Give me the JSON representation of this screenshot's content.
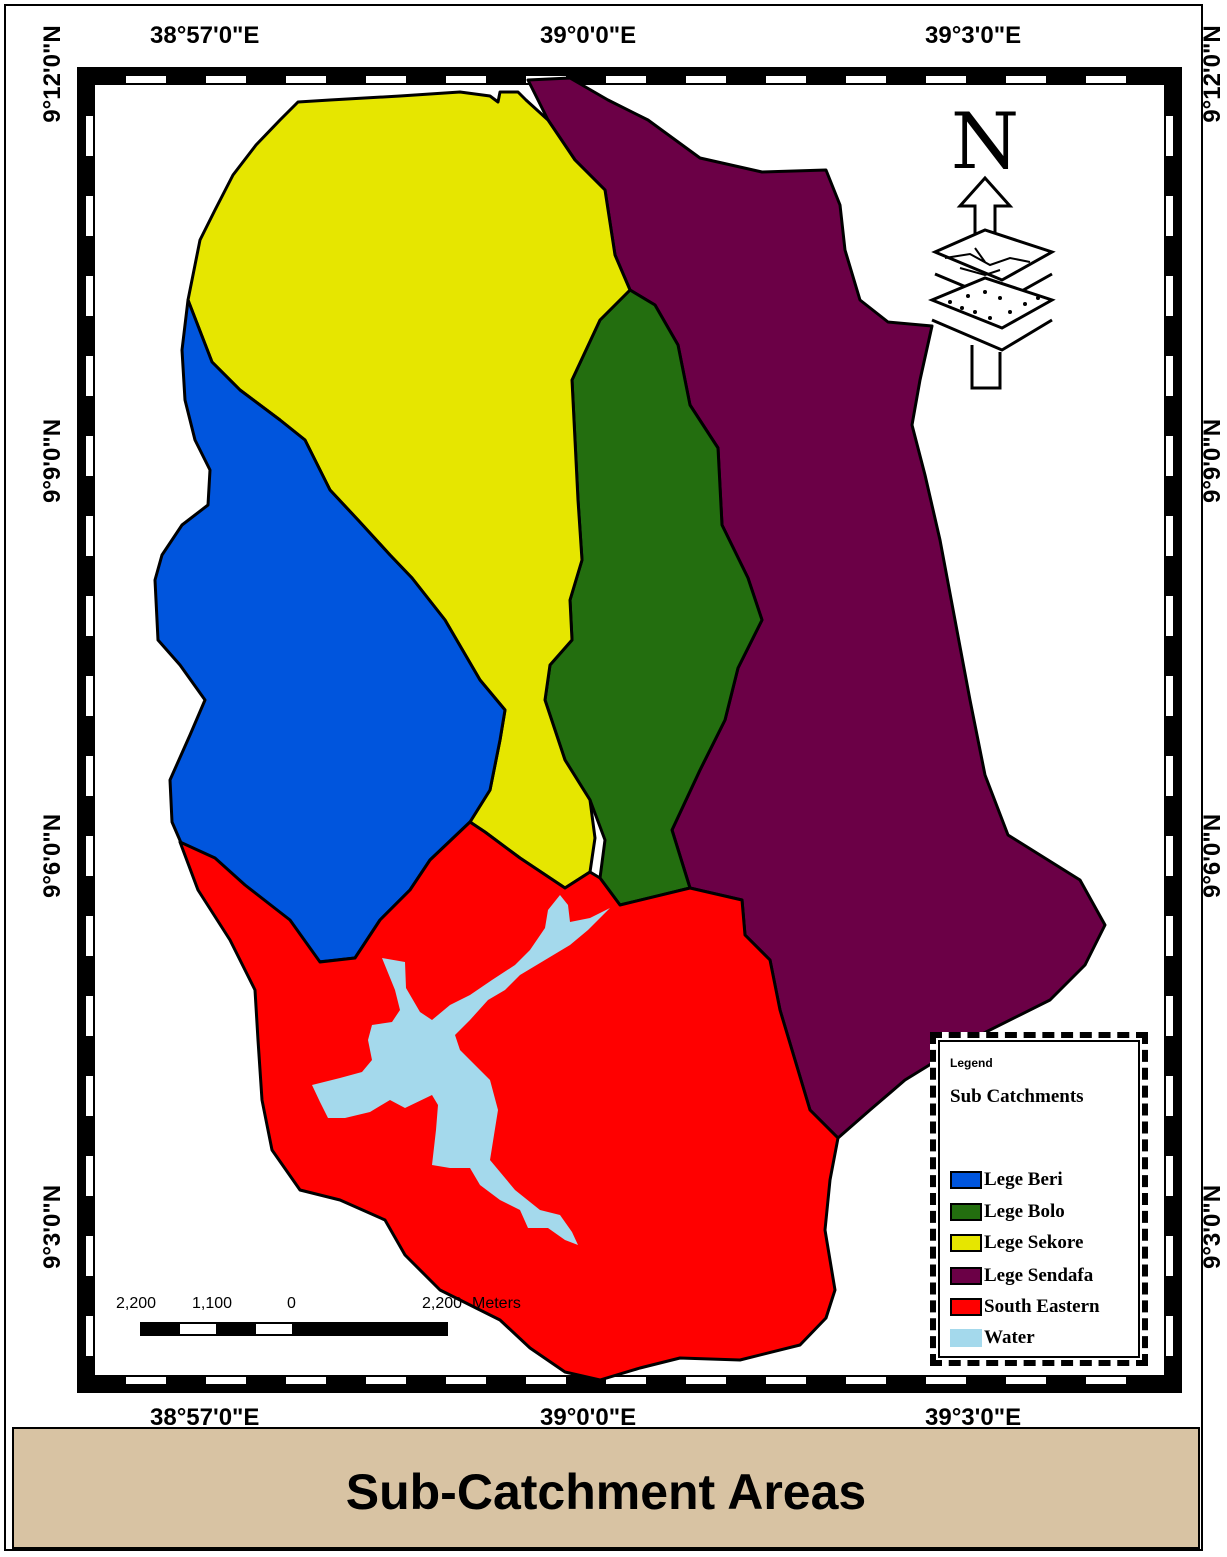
{
  "map": {
    "top_labels": [
      "38°57'0\"E",
      "39°0'0\"E",
      "39°3'0\"E"
    ],
    "bottom_labels": [
      "38°57'0\"E",
      "39°0'0\"E",
      "39°3'0\"E"
    ],
    "left_labels": [
      "9°12'0\"N",
      "9°9'0\"N",
      "9°6'0\"N",
      "9°3'0\"N"
    ],
    "right_labels": [
      "9°12'0\"N",
      "9°9'0\"N",
      "9°6'0\"N",
      "9°3'0\"N"
    ],
    "north_letter": "N",
    "colors": {
      "lege_beri": "#0055dd",
      "lege_bolo": "#236e0f",
      "lege_sekore": "#e6e600",
      "lege_sendafa": "#6b0046",
      "south_eastern": "#ff0000",
      "water": "#a4d9ec"
    }
  },
  "legend": {
    "heading": "Legend",
    "subtitle": "Sub Catchments",
    "items": [
      {
        "label": "Lege Beri",
        "color": "#0055dd"
      },
      {
        "label": "Lege Bolo",
        "color": "#236e0f"
      },
      {
        "label": "Lege Sekore",
        "color": "#e6e600"
      },
      {
        "label": "Lege Sendafa",
        "color": "#6b0046"
      },
      {
        "label": "South Eastern",
        "color": "#ff0000"
      },
      {
        "label": "Water",
        "color": "#a4d9ec"
      }
    ]
  },
  "scale_bar": {
    "labels": [
      "2,200",
      "1,100",
      "0",
      "2,200"
    ],
    "unit": "Meters"
  },
  "title": "Sub-Catchment Areas"
}
